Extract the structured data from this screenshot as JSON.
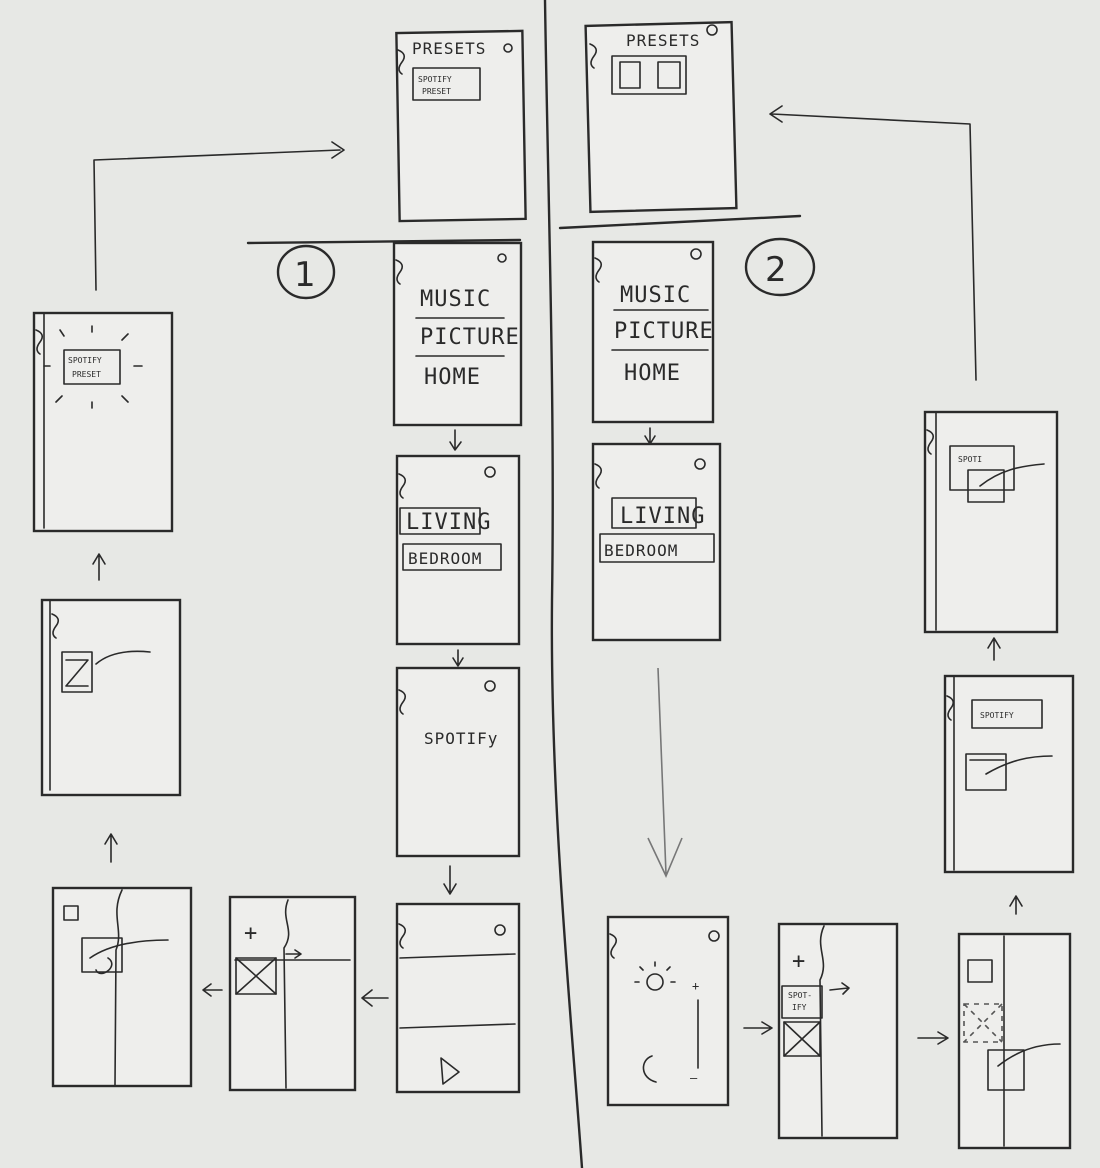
{
  "labels": {
    "presets": "PRESETS",
    "music": "MUSIC",
    "picture": "PICTURE",
    "home": "HOME",
    "living": "LIVING",
    "bedroom": "BEDROOM",
    "spotify": "SPOTIFY",
    "spotify_lower": "SPOTIFy",
    "spotify_preset_line1": "SPOTIFY",
    "spotify_preset_line2": "PRESET",
    "spoti": "SPOTI",
    "spot_ify_1": "SPOT-",
    "spot_ify_2": "IFY",
    "plus": "+",
    "minus": "—",
    "flow1_number": "1",
    "flow2_number": "2"
  }
}
